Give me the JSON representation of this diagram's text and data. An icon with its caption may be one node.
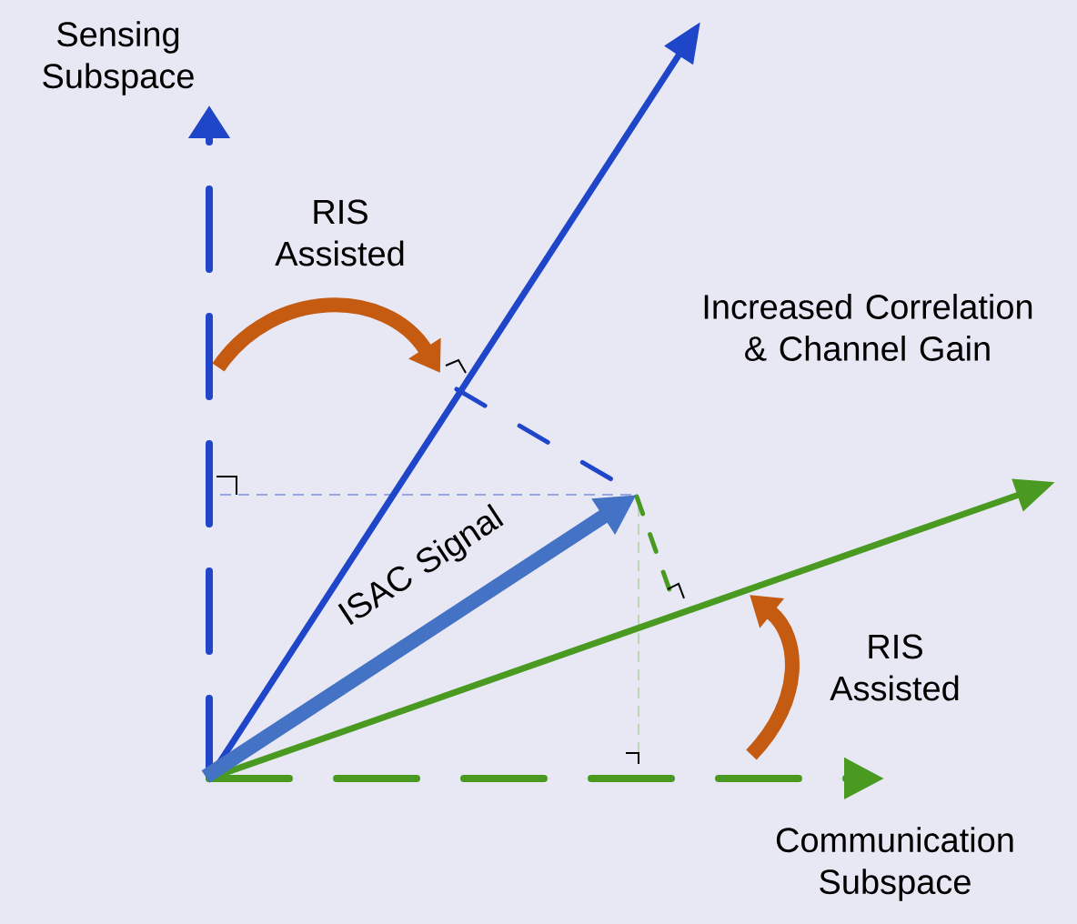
{
  "diagram": {
    "labels": [
      "Sensing Subspace",
      "RIS Assisted",
      "Increased Correlation & Channel Gain",
      "ISAC Signal",
      "RIS Assisted",
      "Communication Subspace"
    ]
  }
}
